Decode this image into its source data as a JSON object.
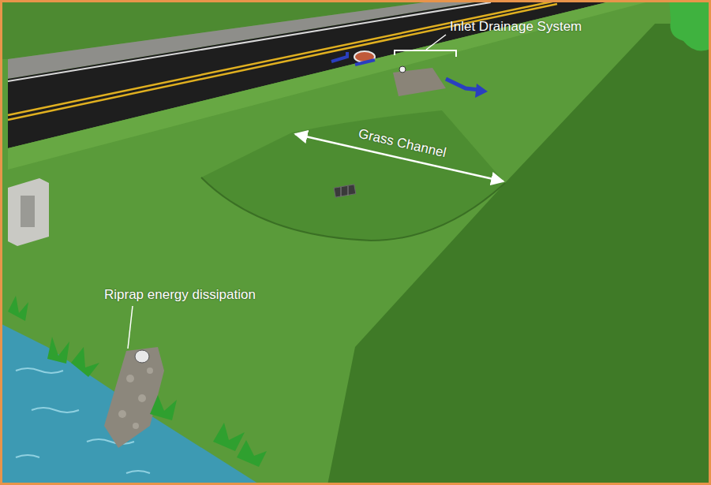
{
  "diagram": {
    "labels": [
      "Inlet Drainage System",
      "Grass Channel",
      "Riprap energy dissipation"
    ]
  }
}
